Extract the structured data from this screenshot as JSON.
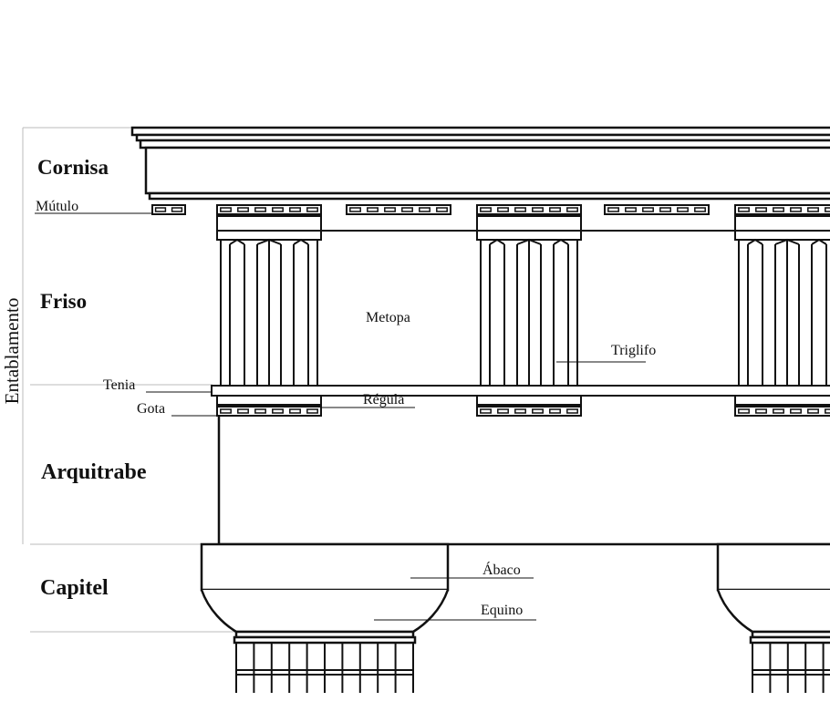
{
  "diagram": {
    "side_label": "Entablamento",
    "sections": {
      "cornisa": "Cornisa",
      "friso": "Friso",
      "arquitrabe": "Arquitrabe",
      "capitel": "Capitel"
    },
    "parts": {
      "mutulo": "Mútulo",
      "metopa": "Metopa",
      "triglifo": "Triglifo",
      "tenia": "Tenia",
      "gota": "Gota",
      "regula": "Régula",
      "abaco": "Ábaco",
      "equino": "Equino"
    },
    "colors": {
      "line": "#111111",
      "guide": "#bbbbbb",
      "background": "#ffffff"
    }
  }
}
